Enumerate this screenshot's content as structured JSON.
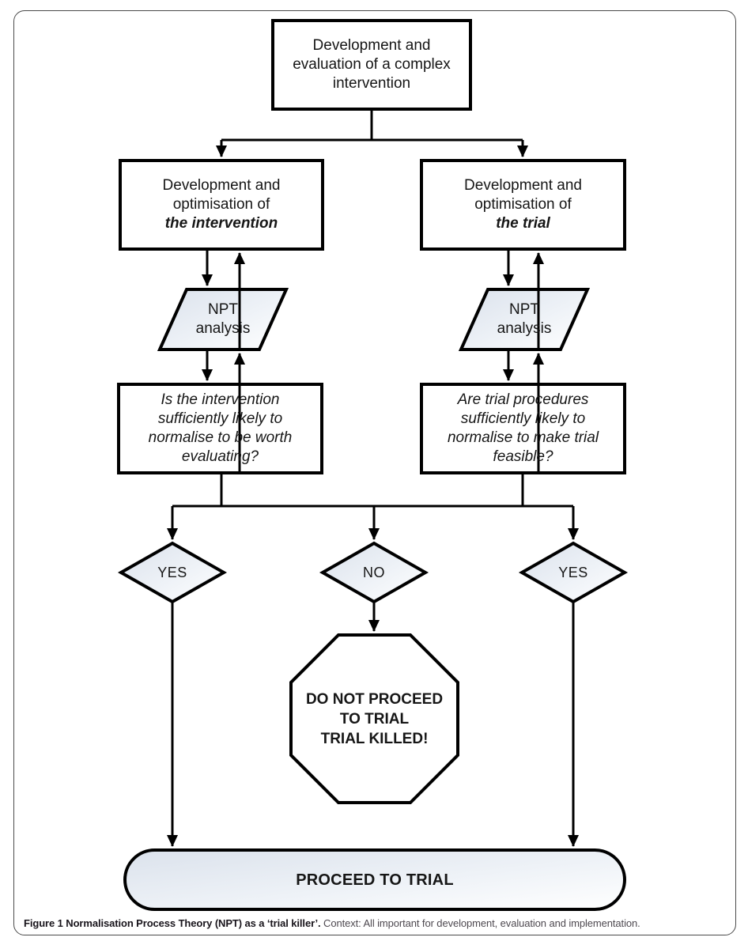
{
  "figure": {
    "top_box": "Development and evaluation of a complex intervention",
    "left_branch": {
      "line1": "Development and optimisation of",
      "emphasis": "the intervention"
    },
    "right_branch": {
      "line1": "Development and optimisation of",
      "emphasis": "the trial"
    },
    "left_npt": "NPT analysis",
    "right_npt": "NPT analysis",
    "left_question": "Is the intervention sufficiently likely to normalise to be worth evaluating?",
    "right_question": "Are trial procedures sufficiently likely to normalise to make trial feasible?",
    "decision_left": "YES",
    "decision_center": "NO",
    "decision_right": "YES",
    "stop_octagon": {
      "lines": [
        "DO NOT PROCEED",
        "TO TRIAL",
        "TRIAL KILLED!"
      ]
    },
    "proceed_pill": "PROCEED TO TRIAL",
    "caption": {
      "bold": "Figure 1 Normalisation Process Theory (NPT) as a ‘trial killer’.",
      "rest": " Context: All important for development, evaluation and implementation."
    }
  },
  "colors": {
    "shape_stroke": "#000000",
    "shape_gradient_top": "#dbe2ec",
    "shape_gradient_bottom": "#ffffff",
    "figure_border": "#4a4a4a",
    "caption_title": "#18141b",
    "caption_text": "#4e4950"
  }
}
